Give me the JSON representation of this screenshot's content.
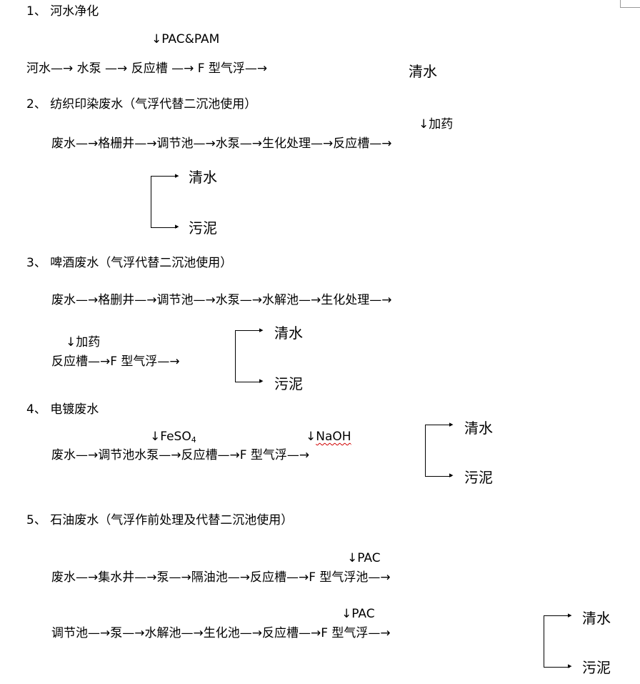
{
  "sections": [
    {
      "heading": "1、 河水净化",
      "notes": [
        "↓PAC&PAM"
      ],
      "flow": [
        "河水—→ 水泵 —→ 反应槽 —→ F 型气浮—→"
      ],
      "outputs": [
        "清水"
      ]
    },
    {
      "heading": "2、 纺织印染废水（气浮代替二沉池使用）",
      "notes": [
        "↓加药"
      ],
      "flow": [
        "废水—→格栅井—→调节池—→水泵—→生化处理—→反应槽—→"
      ],
      "outputs": [
        "清水",
        "污泥"
      ]
    },
    {
      "heading": "3、 啤酒废水（气浮代替二沉池使用）",
      "notes": [
        "↓加药"
      ],
      "flow": [
        "废水—→格删井—→调节池—→水泵—→水解池—→生化处理—→",
        "反应槽—→F 型气浮—→"
      ],
      "outputs": [
        "清水",
        "污泥"
      ]
    },
    {
      "heading": "4、 电镀废水",
      "notes": [
        "↓FeSO",
        "4",
        "↓",
        "NaOH"
      ],
      "flow": [
        "废水—→调节池水泵—→反应槽—→F 型气浮—→"
      ],
      "outputs": [
        "清水",
        "污泥"
      ]
    },
    {
      "heading": "5、 石油废水（气浮作前处理及代替二沉池使用）",
      "notes": [
        "↓PAC",
        "↓PAC"
      ],
      "flow": [
        "废水—→集水井—→泵—→隔油池—→反应槽—→F 型气浮池—→",
        "调节池—→泵—→水解池—→生化池—→反应槽—→F 型气浮—→"
      ],
      "outputs": [
        "清水",
        "污泥"
      ]
    }
  ]
}
